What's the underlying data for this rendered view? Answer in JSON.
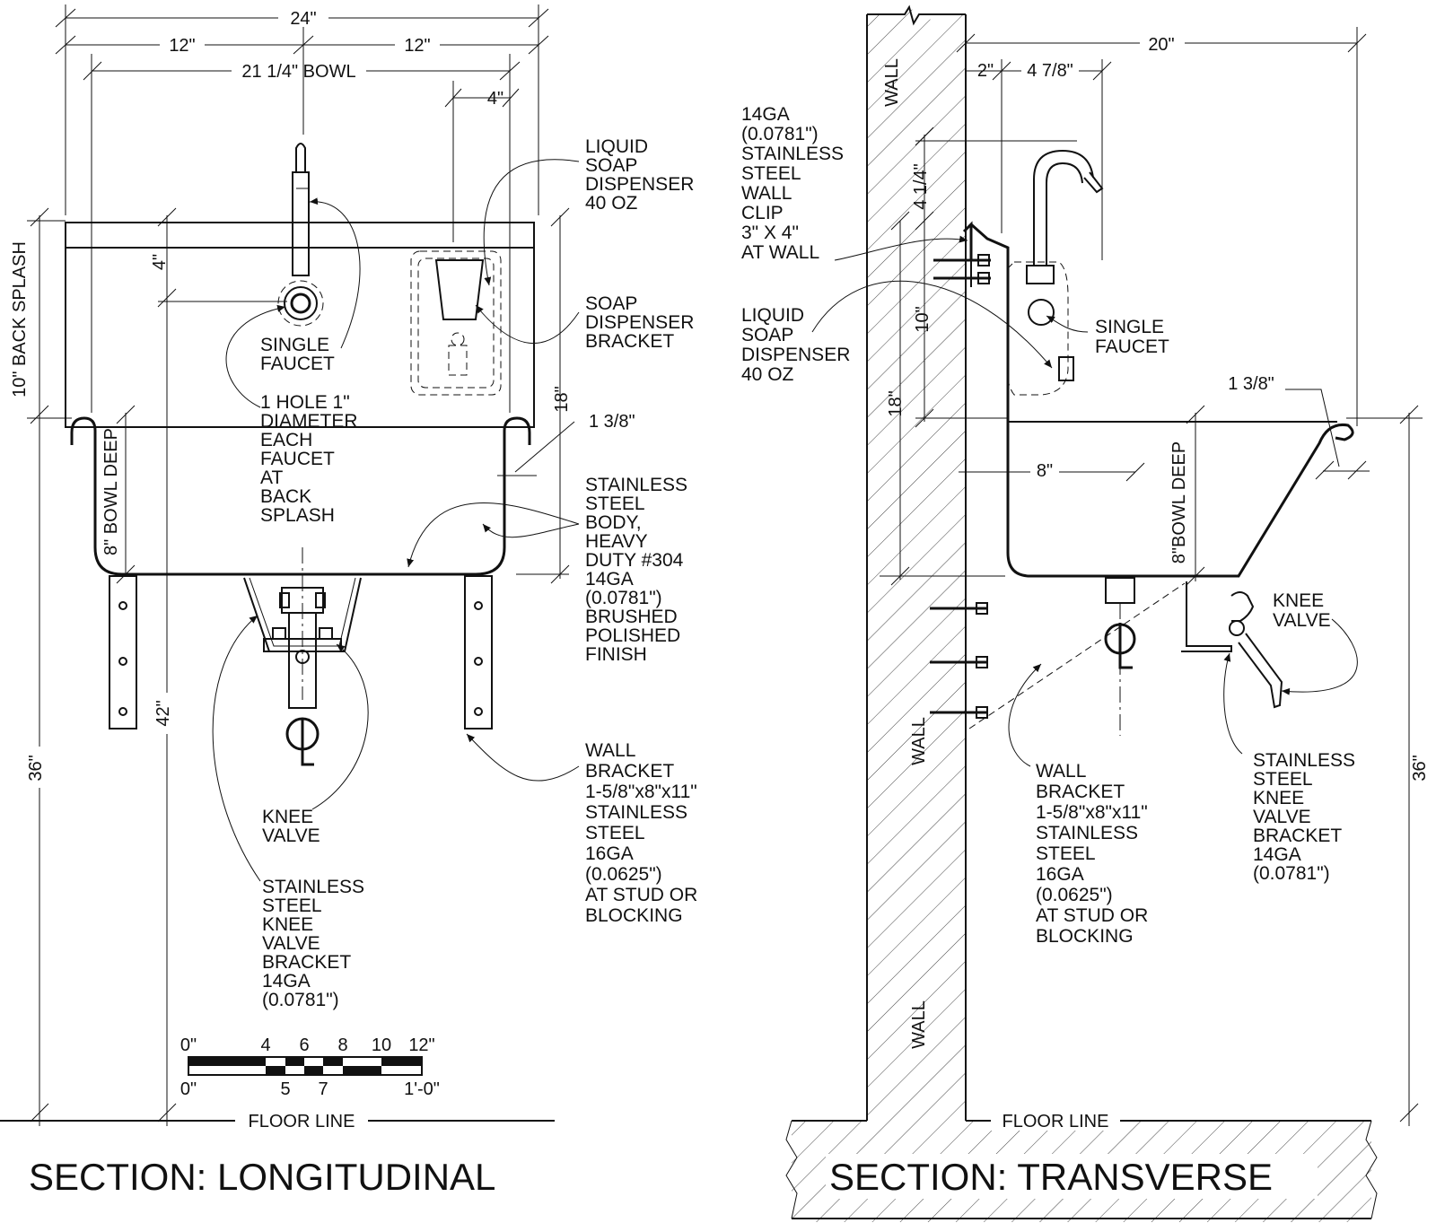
{
  "longitudinal": {
    "title": "SECTION: LONGITUDINAL",
    "dims": {
      "overall": "24\"",
      "left_half": "12\"",
      "right_half": "12\"",
      "bowl": "21 1/4\" BOWL",
      "dispenser_offset": "4\"",
      "faucet_drop": "4\"",
      "backsplash": "10\" BACK SPLASH",
      "rim_height": "18\"",
      "rim_radius": "1 3/8\"",
      "bowl_depth": "8\" BOWL DEEP",
      "top_height": "42\"",
      "rim_floor": "36\""
    },
    "labels": {
      "soap": [
        "LIQUID",
        "SOAP",
        "DISPENSER",
        "40 OZ"
      ],
      "soap_bracket": [
        "SOAP",
        "DISPENSER",
        "BRACKET"
      ],
      "faucet": [
        "SINGLE",
        "FAUCET"
      ],
      "hole": [
        "1 HOLE 1\"",
        "DIAMETER",
        "EACH",
        "FAUCET",
        "AT",
        "BACK",
        "SPLASH"
      ],
      "body": [
        "STAINLESS",
        "STEEL",
        "BODY,",
        "HEAVY",
        "DUTY #304",
        "14GA",
        "(0.0781\")",
        "BRUSHED",
        "POLISHED",
        "FINISH"
      ],
      "wall_bracket": [
        "WALL",
        "BRACKET",
        "1-5/8\"x8\"x11\"",
        "STAINLESS",
        "STEEL",
        "16GA",
        "(0.0625\")",
        "AT STUD OR",
        "BLOCKING"
      ],
      "knee_valve": [
        "KNEE",
        "VALVE"
      ],
      "knee_bracket": [
        "STAINLESS",
        "STEEL",
        "KNEE",
        "VALVE",
        "BRACKET",
        "14GA",
        "(0.0781\")"
      ],
      "floor": "FLOOR LINE",
      "centerline": "CL"
    },
    "scale": {
      "top_ticks": [
        "0\"",
        "4",
        "6",
        "8",
        "10",
        "12\""
      ],
      "bottom_ticks": [
        "0\"",
        "5",
        "7",
        "1'-0\""
      ]
    }
  },
  "transverse": {
    "title": "SECTION: TRANSVERSE",
    "dims": {
      "depth": "20\"",
      "wall_gap": "2\"",
      "faucet_reach": "4 7/8\"",
      "clip_height": "4 1/4\"",
      "splash": "10\"",
      "rim_height": "18\"",
      "rim_radius": "1 3/8\"",
      "drain_offset": "8\"",
      "bowl_depth": "8\"BOWL DEEP",
      "rim_floor": "36\""
    },
    "labels": {
      "wall_clip": [
        "14GA",
        "(0.0781\")",
        "STAINLESS",
        "STEEL",
        "WALL",
        "CLIP",
        "3\" X 4\"",
        "AT WALL"
      ],
      "soap": [
        "LIQUID",
        "SOAP",
        "DISPENSER",
        "40 OZ"
      ],
      "faucet": [
        "SINGLE",
        "FAUCET"
      ],
      "knee_valve": [
        "KNEE",
        "VALVE"
      ],
      "wall_bracket": [
        "WALL",
        "BRACKET",
        "1-5/8\"x8\"x11\"",
        "STAINLESS",
        "STEEL",
        "16GA",
        "(0.0625\")",
        "AT STUD OR",
        "BLOCKING"
      ],
      "knee_bracket": [
        "STAINLESS",
        "STEEL",
        "KNEE",
        "VALVE",
        "BRACKET",
        "14GA",
        "(0.0781\")"
      ],
      "wall": "WALL",
      "floor": "FLOOR LINE",
      "centerline": "CL"
    }
  }
}
